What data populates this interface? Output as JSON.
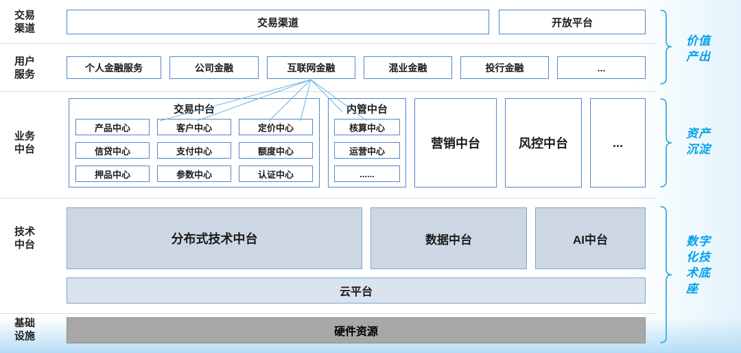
{
  "left_labels": {
    "channel": "交易\n渠道",
    "user": "用户\n服务",
    "business": "业务\n中台",
    "tech": "技术\n中台",
    "infra": "基础\n设施"
  },
  "channel_row": {
    "trade_channel": "交易渠道",
    "open_platform": "开放平台"
  },
  "service_row": {
    "items": [
      "个人金融服务",
      "公司金融",
      "互联网金融",
      "混业金融",
      "投行金融",
      "..."
    ]
  },
  "business_row": {
    "trade": {
      "title": "交易中台",
      "cells": [
        "产品中心",
        "客户中心",
        "定价中心",
        "信贷中心",
        "支付中心",
        "额度中心",
        "押品中心",
        "参数中心",
        "认证中心"
      ]
    },
    "internal": {
      "title": "内管中台",
      "cells": [
        "核算中心",
        "运营中心",
        "......"
      ]
    },
    "marketing": "营销中台",
    "risk": "风控中台",
    "more": "..."
  },
  "tech_row": {
    "distributed": "分布式技术中台",
    "data": "数据中台",
    "ai": "AI中台",
    "cloud": "云平台"
  },
  "infra_row": {
    "hardware": "硬件资源"
  },
  "right_labels": {
    "value": "价值\n产出",
    "asset": "资产\n沉淀",
    "digital": "数字\n化技\n术底\n座"
  },
  "colors": {
    "box_border": "#4d86c6",
    "tech_fill": "#cdd7e3",
    "tech_border": "#7ca6cc",
    "cloud_fill": "#dae3ee",
    "hardware_fill": "#a8a8a8",
    "hardware_border": "#8c8c8c",
    "brace": "#2f9fd8",
    "right_label": "#00a0e9",
    "connector": "#5fb4e6",
    "separator": "#d8d8d8"
  }
}
